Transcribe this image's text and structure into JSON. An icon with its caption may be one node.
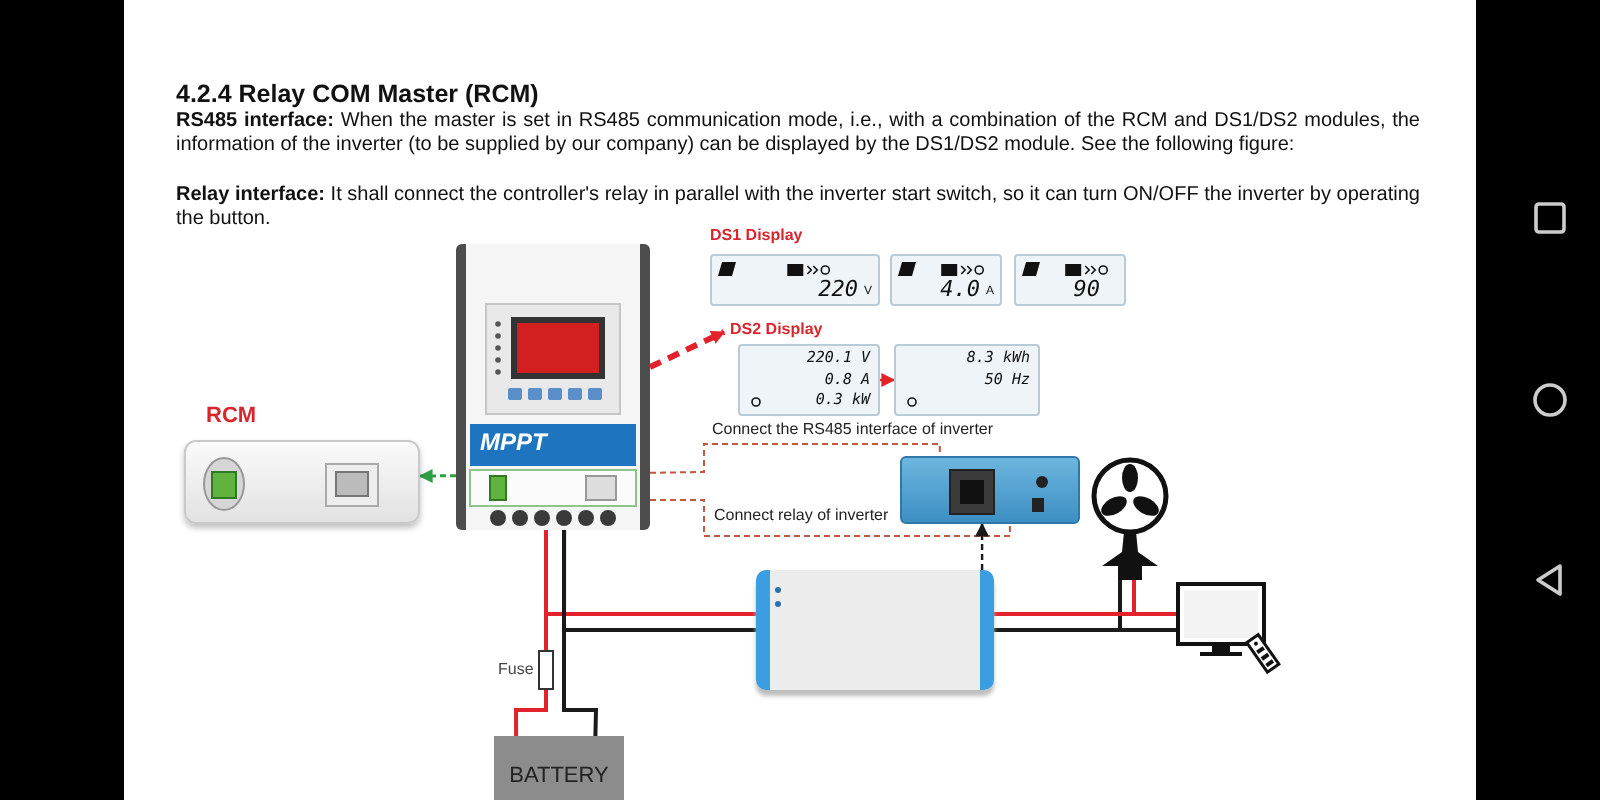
{
  "diagram": {
    "title": "4.2.4 Relay COM Master (RCM)",
    "nodes": [
      {
        "text": [
          "RCM"
        ]
      },
      {
        "text": [
          "MPPT"
        ]
      },
      {
        "text": [
          "DS1 Display"
        ]
      },
      {
        "text": [
          "220",
          "V"
        ],
        "in": 2
      },
      {
        "text": [
          "4.0",
          "A"
        ],
        "in": 2
      },
      {
        "text": [
          "90"
        ],
        "in": 2
      },
      {
        "text": [
          "DS2 Display"
        ]
      },
      {
        "text": [
          "220.1 V",
          "0.8 A",
          "0.3 kW"
        ],
        "in": 6
      },
      {
        "text": [
          "8.3 kWh",
          "50 Hz"
        ],
        "in": 6
      },
      {
        "text": [],
        "shape": "picture"
      },
      {
        "text": [],
        "shape": "picture"
      },
      {
        "text": [],
        "shape": "picture"
      },
      {
        "text": [],
        "shape": "monitor"
      },
      {
        "text": [
          "BATTERY"
        ]
      },
      {
        "text": [],
        "shape": "box",
        "beside": [
          "Fuse"
        ]
      }
    ],
    "edges": [
      {
        "from": 1,
        "to": 0,
        "arrow": "to",
        "style": "dashed",
        "color": "#2ea043"
      },
      {
        "from": 1,
        "to": 6,
        "arrow": "to",
        "style": "dashed",
        "color": "#e3232b"
      },
      {
        "from": 7,
        "to": 8,
        "arrow": "to",
        "color": "#e3232b"
      },
      {
        "from": 1,
        "to": 9,
        "arrow": "none",
        "label": "Connect the RS485 interface of inverter",
        "style": "dashed",
        "color": "#c0573e"
      },
      {
        "from": 1,
        "to": 9,
        "arrow": "none",
        "label": "Connect relay of inverter",
        "style": "dashed",
        "color": "#c0573e"
      },
      {
        "from": 10,
        "to": 9,
        "arrow": "to",
        "style": "dashed",
        "color": "#1a1a1a"
      },
      {
        "from": 1,
        "to": 14,
        "arrow": "none",
        "color": "#e3232b"
      },
      {
        "from": 14,
        "to": 13,
        "arrow": "none",
        "color": "#e3232b"
      },
      {
        "from": 1,
        "to": 13,
        "arrow": "none",
        "color": "#1a1a1a"
      },
      {
        "from": 1,
        "to": 10,
        "arrow": "none",
        "color": "#e3232b"
      },
      {
        "from": 1,
        "to": 10,
        "arrow": "none",
        "color": "#1a1a1a"
      },
      {
        "from": 10,
        "to": 11,
        "arrow": "none",
        "color": "#e3232b"
      },
      {
        "from": 10,
        "to": 11,
        "arrow": "none",
        "color": "#1a1a1a"
      },
      {
        "from": 10,
        "to": 12,
        "arrow": "none",
        "color": "#e3232b"
      },
      {
        "from": 10,
        "to": 12,
        "arrow": "none",
        "color": "#1a1a1a"
      }
    ],
    "labels": [
      "**RS485 interface:** When the master is set in RS485 communication mode, i.e., with a combination of the RCM and DS1/DS2 modules, the information of the inverter (to be supplied by our company) can be displayed by the DS1/DS2 module. See the following figure:",
      "**Relay interface:** It shall connect the controller's relay in parallel with the inverter start switch, so it can turn ON/OFF the inverter by operating the button."
    ]
  }
}
